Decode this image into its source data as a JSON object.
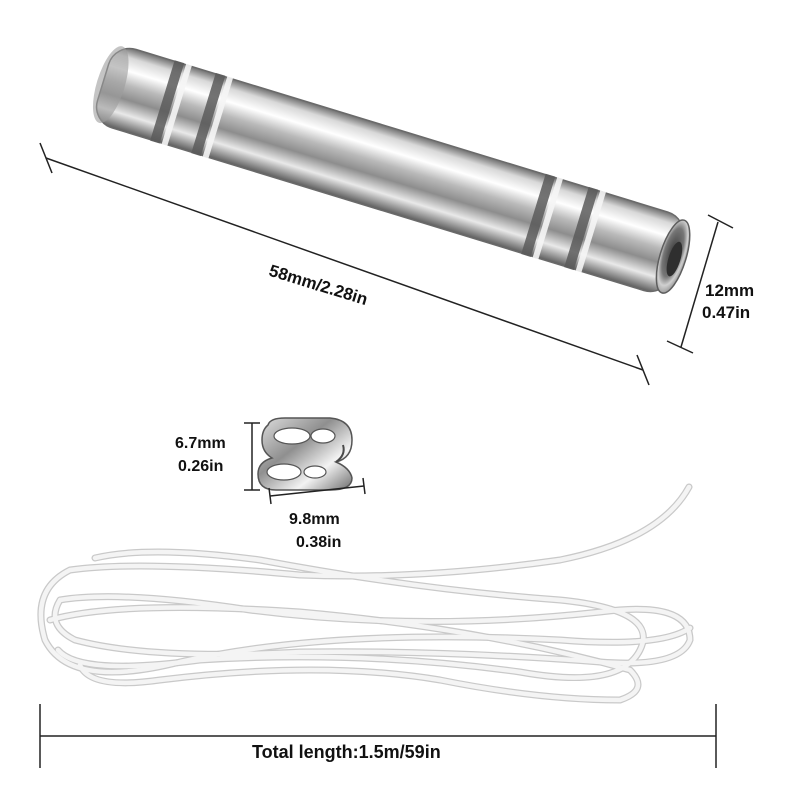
{
  "labels": {
    "tube_length": "58mm/2.28in",
    "tube_diameter_mm": "12mm",
    "tube_diameter_in": "0.47in",
    "clip_height_mm": "6.7mm",
    "clip_height_in": "0.26in",
    "clip_width_mm": "9.8mm",
    "clip_width_in": "0.38in",
    "total_length": "Total length:1.5m/59in"
  },
  "colors": {
    "dimension_line": "#222222",
    "metal_dark": "#5a5a5a",
    "metal_light": "#f4f4f4",
    "cord": "#f2f2f2",
    "cord_edge": "#c9c9c9"
  },
  "icons": {
    "tube": "chrome-cylinder-part",
    "clip": "figure-eight-clip",
    "cord": "white-cord-coil"
  }
}
